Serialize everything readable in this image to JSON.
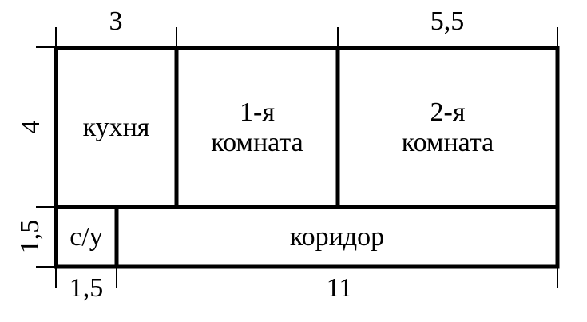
{
  "diagram": {
    "type": "floor-plan",
    "dimensions": {
      "top": [
        "3",
        "5,5"
      ],
      "left": [
        "4",
        "1,5"
      ],
      "bottom": [
        "1,5",
        "11"
      ]
    },
    "rooms": {
      "kitchen": "кухня",
      "room1_line1": "1-я",
      "room1_line2": "комната",
      "room2_line1": "2-я",
      "room2_line2": "комната",
      "bathroom": "с/у",
      "corridor": "коридор"
    },
    "colors": {
      "lines": "#000000",
      "background": "#ffffff"
    }
  }
}
